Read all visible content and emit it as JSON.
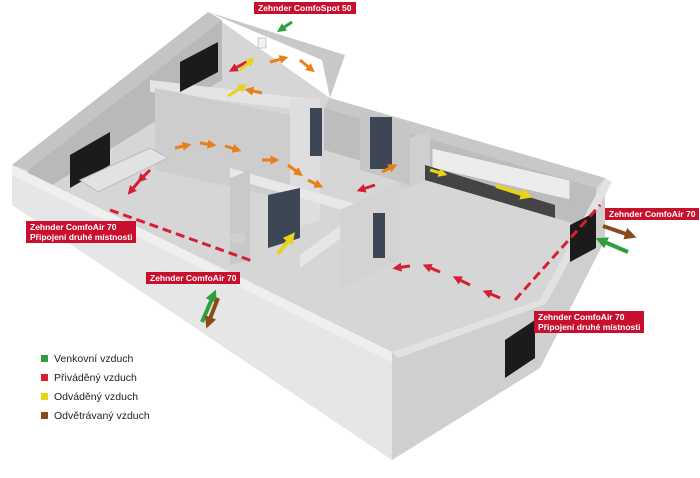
{
  "callouts": {
    "comfospot": {
      "line1": "Zehnder ComfoSpot 50"
    },
    "comfoair_left": {
      "line1": "Zehnder ComfoAir 70",
      "line2": "Připojení druhé místnosti"
    },
    "comfoair_center": {
      "line1": "Zehnder ComfoAir 70"
    },
    "comfoair_right_top": {
      "line1": "Zehnder ComfoAir 70"
    },
    "comfoair_right_bottom": {
      "line1": "Zehnder ComfoAir 70",
      "line2": "Připojení druhé místnosti"
    }
  },
  "legend": [
    {
      "label": "Venkovní vzduch",
      "color": "#2e9e3e"
    },
    {
      "label": "Přiváděný vzduch",
      "color": "#d42030"
    },
    {
      "label": "Odváděný vzduch",
      "color": "#e8d21a"
    },
    {
      "label": "Odvětrávaný vzduch",
      "color": "#8a4b1c"
    }
  ],
  "colors": {
    "accent": "#c8102e"
  }
}
